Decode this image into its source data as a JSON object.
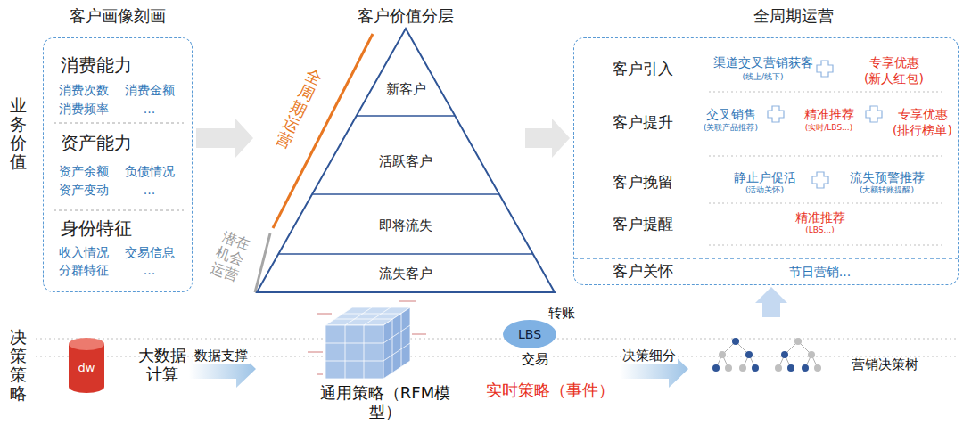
{
  "diagram": {
    "nodes": [
      {
        "text": [
          "客户画像刻画"
        ]
      },
      {
        "text": [
          "消费能力",
          "消费次数",
          "消费金额",
          "消费频率",
          "..."
        ],
        "in": 0
      },
      {
        "text": [
          "资产能力",
          "资产余额",
          "负债情况",
          "资产变动",
          "..."
        ],
        "in": 0
      },
      {
        "text": [
          "身份特征",
          "收入情况",
          "交易信息",
          "分群特征",
          "..."
        ],
        "in": 0
      },
      {
        "text": [
          "客户价值分层"
        ]
      },
      {
        "text": [
          "新客户"
        ],
        "in": 4
      },
      {
        "text": [
          "活跃客户"
        ],
        "in": 4
      },
      {
        "text": [
          "即将流失"
        ],
        "in": 4
      },
      {
        "text": [
          "流失客户"
        ],
        "in": 4
      },
      {
        "text": [
          "全周期运营"
        ]
      },
      {
        "text": [
          "客户引入",
          "渠道交叉营销获客",
          "(线上/线下)",
          "专享优惠",
          "(新人红包)"
        ],
        "in": 9
      },
      {
        "text": [
          "客户提升",
          "交叉销售",
          "(关联产品推荐)",
          "精准推荐",
          "(实时/LBS...)",
          "专享优惠",
          "(排行榜单)"
        ],
        "in": 9
      },
      {
        "text": [
          "客户挽留",
          "静止户促活",
          "(活动关怀)",
          "流失预警推荐",
          "(大额转账提醒)"
        ],
        "in": 9
      },
      {
        "text": [
          "客户提醒",
          "精准推荐",
          "(LBS...)"
        ],
        "in": 9
      },
      {
        "text": [
          "客户关怀",
          "节日营销..."
        ],
        "in": 9
      },
      {
        "text": [
          "dw"
        ]
      },
      {
        "text": [
          "LBS"
        ]
      }
    ],
    "edges": [
      {
        "from": 0,
        "to": 4,
        "arrow": "to"
      },
      {
        "from": 4,
        "to": 9,
        "arrow": "to"
      }
    ],
    "labels": [
      "业务价值",
      "决策策略",
      "全周期运营",
      "潜在机会运营",
      "大数据计算",
      "数据支撑",
      "通用策略（RFM模型）",
      "转账",
      "交易",
      "实时策略（事件）",
      "决策细分",
      "营销决策树"
    ]
  }
}
